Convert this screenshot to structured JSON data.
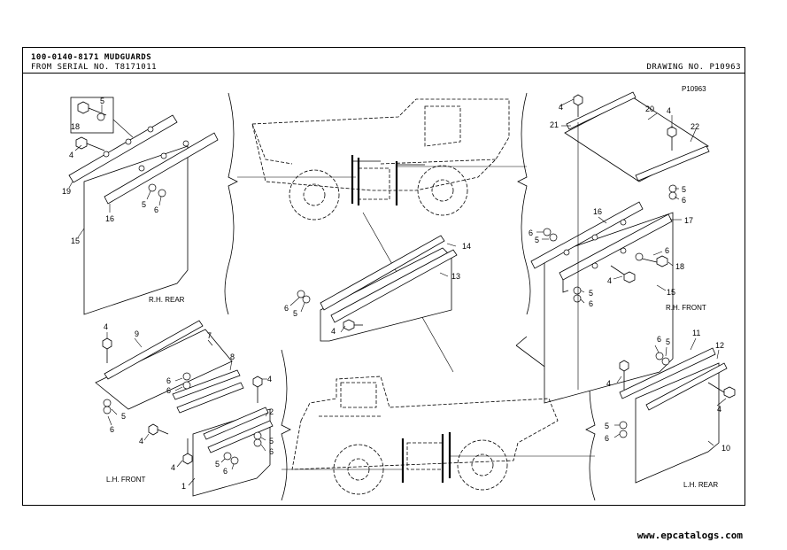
{
  "header": {
    "title": "100-0140-8171 MUDGUARDS",
    "serial": "FROM SERIAL NO. T8171011",
    "drawing_number": "DRAWING NO. P10963"
  },
  "drawing_ref": "P10963",
  "views": {
    "rh_rear": "R.H. REAR",
    "rh_front": "R.H. FRONT",
    "lh_front": "L.H. FRONT",
    "lh_rear": "L.H. REAR"
  },
  "callouts": {
    "rh_rear": [
      "5",
      "18",
      "4",
      "19",
      "16",
      "5",
      "6",
      "15"
    ],
    "rh_front": [
      "4",
      "21",
      "20",
      "4",
      "22",
      "5",
      "6",
      "16",
      "6",
      "5",
      "17",
      "6",
      "18",
      "4",
      "5",
      "6",
      "15"
    ],
    "center": [
      "14",
      "13",
      "6",
      "5",
      "4"
    ],
    "lh_front": [
      "4",
      "9",
      "7",
      "8",
      "6",
      "6",
      "4",
      "5",
      "6",
      "4",
      "2",
      "5",
      "6",
      "4",
      "5",
      "6",
      "1"
    ],
    "lh_rear": [
      "6",
      "5",
      "11",
      "12",
      "4",
      "4",
      "5",
      "6",
      "10"
    ]
  },
  "footer": "www.epcatalogs.com"
}
